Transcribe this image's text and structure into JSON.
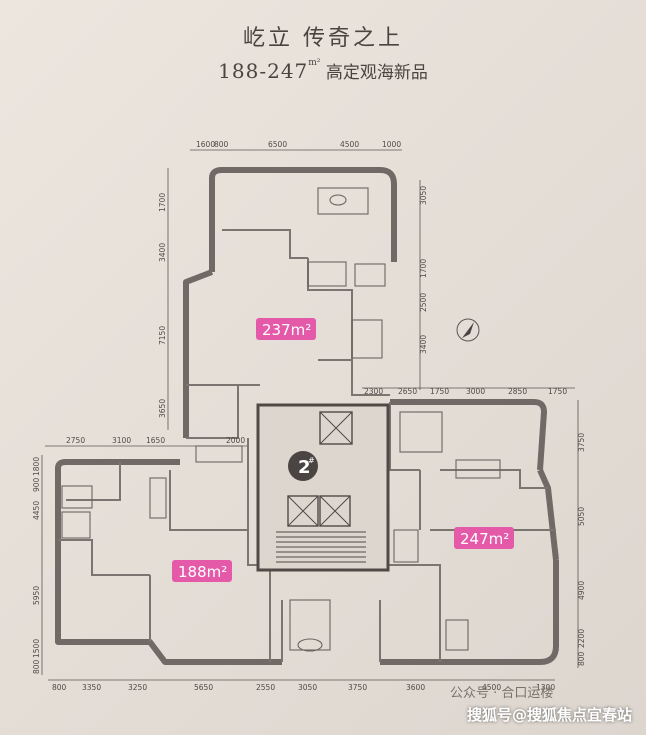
{
  "header": {
    "title": "屹立 传奇之上",
    "range": "188-247",
    "unit": "m²",
    "tagline": "高定观海新品"
  },
  "building": {
    "label": "2",
    "mark": "#"
  },
  "units": [
    {
      "area": "237m²"
    },
    {
      "area": "188m²"
    },
    {
      "area": "247m²"
    }
  ],
  "dimensions": {
    "top": [
      "1600",
      "800",
      "6500",
      "4500",
      "1000"
    ],
    "left_tower": [
      "1700",
      "3400",
      "7150",
      "3650"
    ],
    "right_tower": [
      "3050",
      "1700",
      "2500",
      "3400"
    ],
    "mid_row": [
      "2300",
      "2650",
      "1750",
      "3000",
      "2850",
      "1750"
    ],
    "left_row": [
      "2750",
      "3100",
      "1650",
      "2000"
    ],
    "left_side": [
      "1800",
      "900",
      "4450",
      "5950",
      "1500",
      "800"
    ],
    "right_side": [
      "3750",
      "5050",
      "4900",
      "2200",
      "800"
    ],
    "bottom": [
      "800",
      "3350",
      "3250",
      "5650",
      "2550",
      "3050",
      "3750",
      "3600",
      "4500",
      "1300"
    ]
  },
  "colors": {
    "area_tag": "#e45aa9",
    "wall": "#6f6a66",
    "paper": "#e8e1da"
  },
  "footer": {
    "wechat": "公众号 · 合口运楼",
    "watermark": "搜狐号@搜狐焦点宜春站"
  }
}
